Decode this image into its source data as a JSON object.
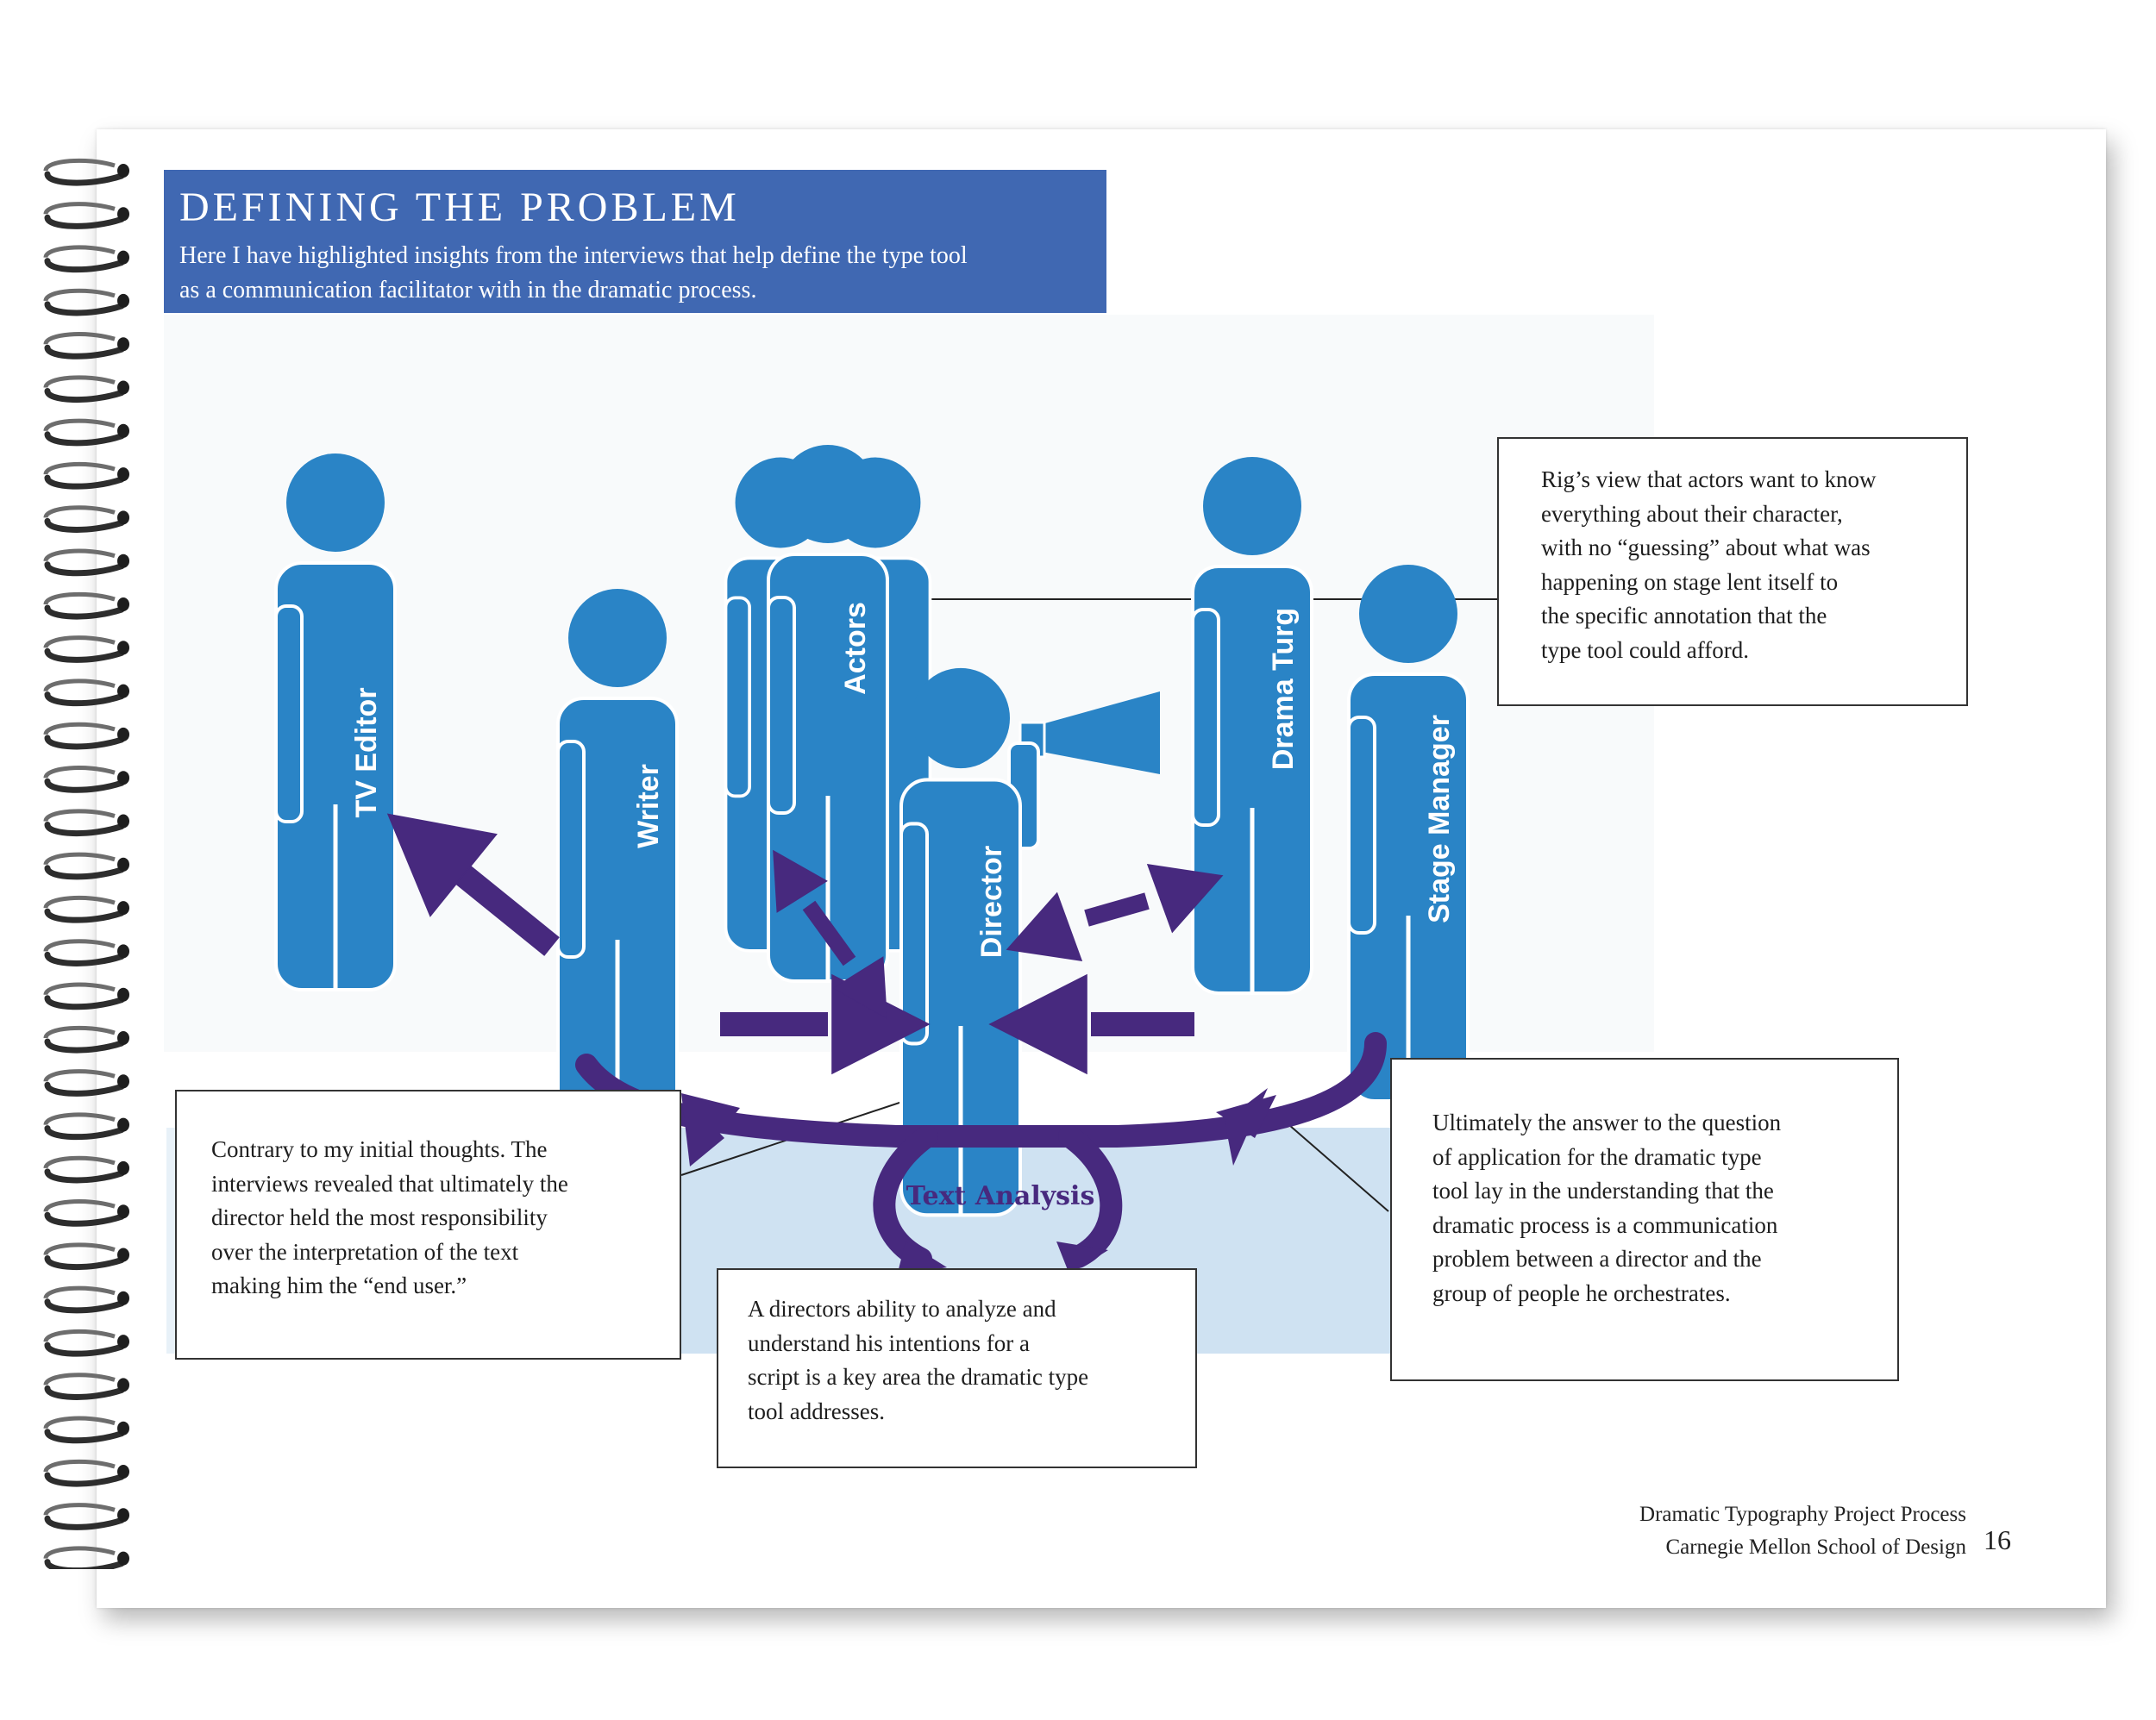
{
  "header": {
    "title": "DEFINING THE PROBLEM",
    "subtitle_line1": "Here I have highlighted insights from the interviews that help define the type tool",
    "subtitle_line2": "as a communication facilitator with in the dramatic process."
  },
  "figures": {
    "tv_editor": "TV Editor",
    "writer": "Writer",
    "actors": "Actors",
    "director": "Director",
    "drama_turg": "Drama Turg",
    "stage_manager": "Stage Manager"
  },
  "loop_label": "Text Analysis",
  "notes": {
    "rig": [
      "Rig’s view that actors want to know",
      "everything about their character,",
      "with no “guessing” about what was",
      "happening on stage lent itself to",
      "the specific annotation that the",
      "type tool  could afford."
    ],
    "contrary": [
      "Contrary to my initial thoughts. The",
      "interviews revealed that ultimately the",
      "director held the most responsibility",
      "over the interpretation of the text",
      "making him the “end user.”"
    ],
    "ability": [
      "A directors ability to analyze and",
      "understand his intentions for a",
      "script is a key area the dramatic type",
      "tool addresses."
    ],
    "ultimately": [
      "Ultimately the answer to the question",
      "of application for the dramatic type",
      "tool lay in the understanding that the",
      "dramatic process is a communication",
      "problem between a director and the",
      "group of people he orchestrates."
    ]
  },
  "footer": {
    "line1": "Dramatic Typography Project Process",
    "line2": "Carnegie Mellon School of Design",
    "page_number": "16"
  },
  "colors": {
    "header_blue": "#4068b2",
    "figure_blue": "#2a84c6",
    "arrow_purple": "#47297e",
    "shadow_lightblue": "#cfe2f2"
  }
}
